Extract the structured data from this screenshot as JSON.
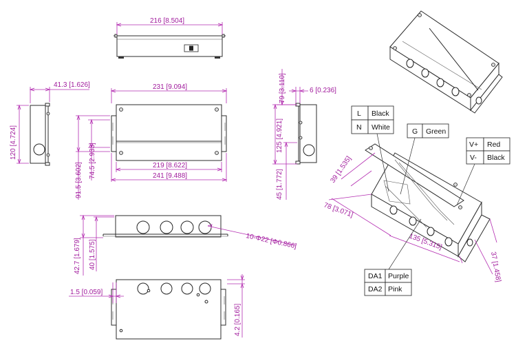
{
  "dimensions": {
    "top_width": "216 [8.504]",
    "side_depth": "41.3 [1.626]",
    "side_height": "120 [4.724]",
    "front_width_231": "231 [9.094]",
    "front_height_91_5": "91.5 [3.602]",
    "front_height_74_5": "74.5 [2.933]",
    "front_width_219": "219 [8.622]",
    "front_width_241": "241 [9.488]",
    "right_height_79": "79 [3.110]",
    "right_depth_6": "6 [0.236]",
    "right_height_125": "125 [4.921]",
    "right_height_45": "45 [1.772]",
    "knockouts": "10-Φ22 [Φ0.866]",
    "bottom_height_42_7": "42.7 [1.679]",
    "bottom_height_40": "40 [1.575]",
    "flange_1_5": "1.5 [0.059]",
    "bottom_4_2": "4.2 [0.165]",
    "iso_39": "39 [1.535]",
    "iso_78": "78 [3.071]",
    "iso_135": "135 [5.315]",
    "iso_37": "37 [1.458]"
  },
  "wiring": {
    "line": {
      "code": "L",
      "color": "Black"
    },
    "neutral": {
      "code": "N",
      "color": "White"
    },
    "ground": {
      "code": "G",
      "color": "Green"
    },
    "v_plus": {
      "code": "V+",
      "color": "Red"
    },
    "v_minus": {
      "code": "V-",
      "color": "Black"
    },
    "da1": {
      "code": "DA1",
      "color": "Purple"
    },
    "da2": {
      "code": "DA2",
      "color": "Pink"
    }
  },
  "colors": {
    "dimension": "#b32bb0",
    "outline": "#2b2b2b"
  }
}
